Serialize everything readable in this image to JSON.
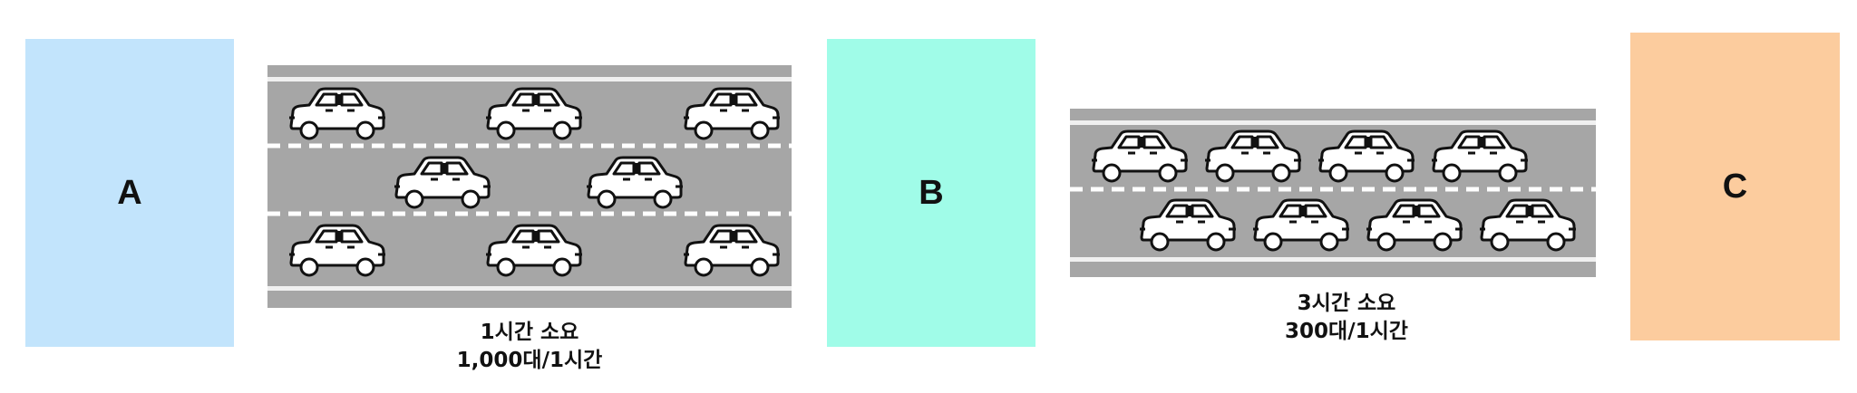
{
  "locations": {
    "a": {
      "label": "A",
      "color": "#c2e4fc"
    },
    "b": {
      "label": "B",
      "color": "#a0fce8"
    },
    "c": {
      "label": "C",
      "color": "#fccc9e"
    }
  },
  "roads": {
    "road_1": {
      "lanes": 3,
      "caption_time": "1시간 소요",
      "caption_rate": "1,000대/1시간"
    },
    "road_2": {
      "lanes": 2,
      "caption_time": "3시간 소요",
      "caption_rate": "300대/1시간"
    }
  },
  "colors": {
    "road": "#a6a6a6",
    "edge_line": "#f0f0f0",
    "lane_dash": "#ffffff",
    "car_outline": "#111111"
  },
  "icons": {
    "car": "car-icon"
  }
}
